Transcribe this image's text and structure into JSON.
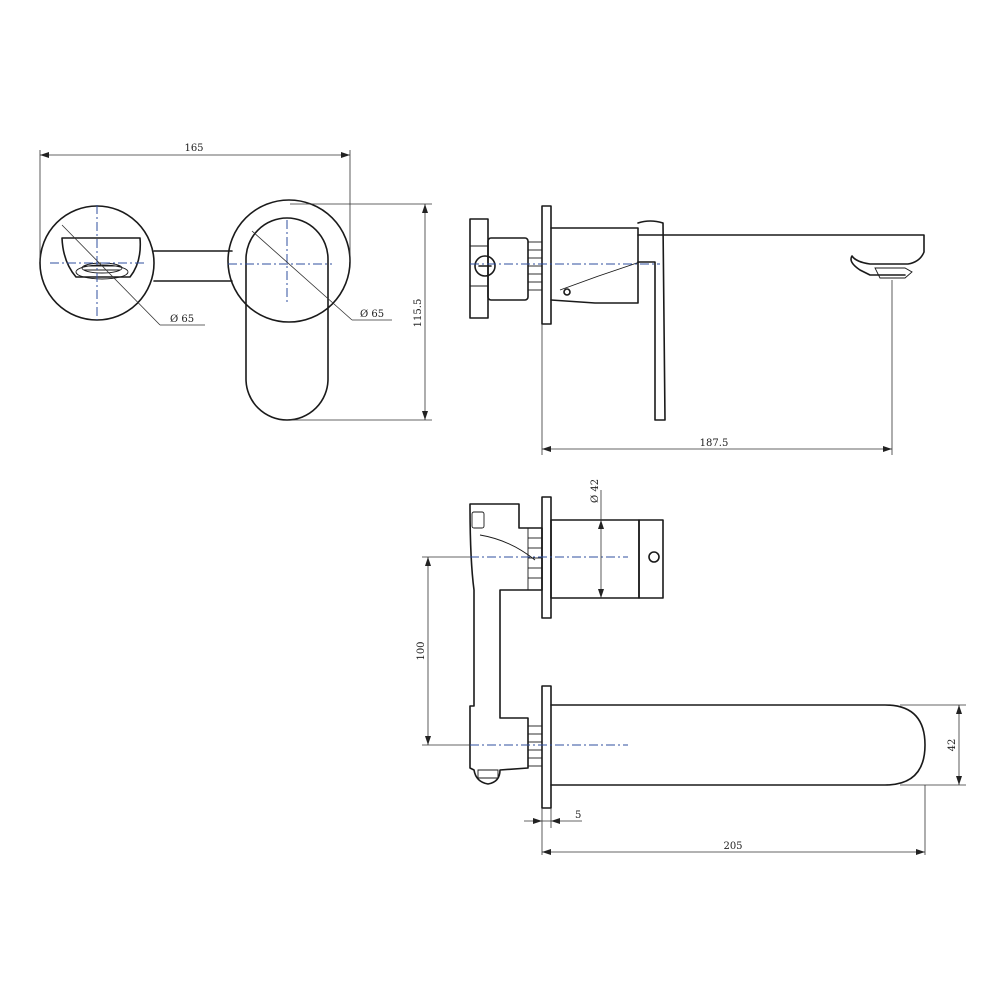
{
  "dimensions": {
    "front_width": "165",
    "diameter_left": "Ø 65",
    "diameter_right": "Ø 65",
    "front_height": "115.5",
    "side_projection": "187.5",
    "body_diameter": "Ø 42",
    "handle_spout_spacing": "100",
    "spout_height": "42",
    "plate_thickness": "5",
    "spout_length": "205"
  },
  "colors": {
    "line": "#1a1a1a",
    "centerline": "#2f4f9f",
    "background": "#ffffff"
  }
}
